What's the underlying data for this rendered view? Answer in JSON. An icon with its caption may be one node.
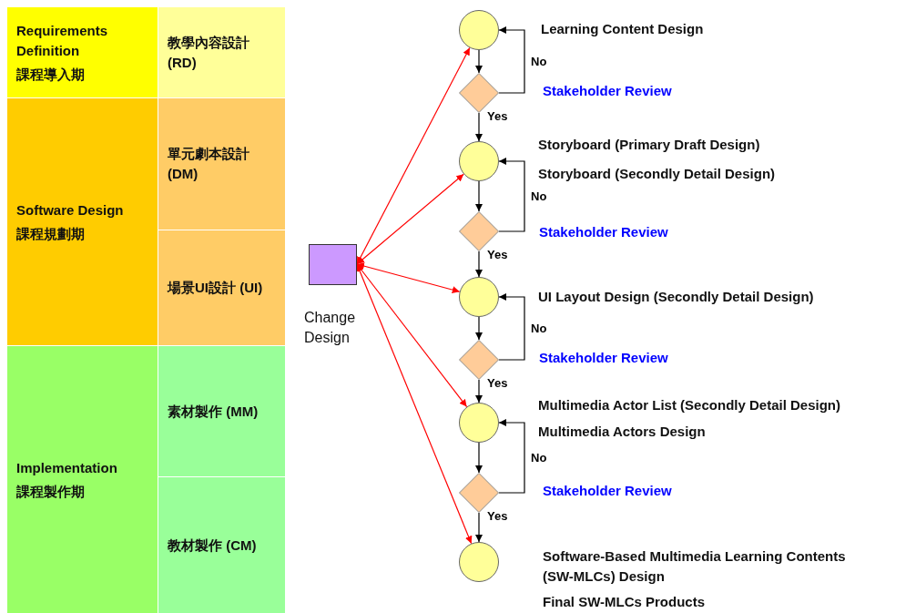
{
  "diagram": {
    "nodes": [
      {
        "text": [
          "Requirements Definition",
          "課程導入期"
        ]
      },
      {
        "text": [
          "教學內容設計 (RD)"
        ]
      },
      {
        "text": [
          "Software Design",
          "課程規劃期"
        ]
      },
      {
        "text": [
          "單元劇本設計 (DM)"
        ]
      },
      {
        "text": [
          "場景UI設計 (UI)"
        ]
      },
      {
        "text": [
          "Implementation",
          "課程製作期"
        ]
      },
      {
        "text": [
          "素材製作 (MM)"
        ]
      },
      {
        "text": [
          "教材製作 (CM)"
        ]
      },
      {
        "text": [],
        "shape": "circle",
        "beside": [
          "Learning Content Design"
        ]
      },
      {
        "text": [],
        "shape": "diamond",
        "beside": [
          "Stakeholder Review"
        ]
      },
      {
        "text": [],
        "shape": "circle",
        "beside": [
          "Storyboard (Primary Draft Design)",
          "Storyboard (Secondly Detail Design)"
        ]
      },
      {
        "text": [],
        "shape": "diamond",
        "beside": [
          "Stakeholder Review"
        ]
      },
      {
        "text": [],
        "shape": "circle",
        "beside": [
          "UI Layout Design (Secondly Detail Design)"
        ]
      },
      {
        "text": [],
        "shape": "diamond",
        "beside": [
          "Stakeholder Review"
        ]
      },
      {
        "text": [],
        "shape": "circle",
        "beside": [
          "Multimedia Actor List (Secondly Detail Design)",
          "Multimedia Actors Design"
        ]
      },
      {
        "text": [],
        "shape": "diamond",
        "beside": [
          "Stakeholder Review"
        ]
      },
      {
        "text": [],
        "shape": "circle",
        "beside": [
          "Software-Based Multimedia Learning Contents (SW-MLCs) Design",
          "Final SW-MLCs Products"
        ]
      },
      {
        "text": [],
        "shape": "box",
        "beside": [
          "Change Design"
        ]
      }
    ],
    "edges": [
      {
        "from": 8,
        "to": 9,
        "arrow": "to"
      },
      {
        "from": 9,
        "to": 8,
        "arrow": "to",
        "label": "No"
      },
      {
        "from": 9,
        "to": 10,
        "arrow": "to",
        "label": "Yes"
      },
      {
        "from": 10,
        "to": 11,
        "arrow": "to"
      },
      {
        "from": 11,
        "to": 10,
        "arrow": "to",
        "label": "No"
      },
      {
        "from": 11,
        "to": 12,
        "arrow": "to",
        "label": "Yes"
      },
      {
        "from": 12,
        "to": 13,
        "arrow": "to"
      },
      {
        "from": 13,
        "to": 12,
        "arrow": "to",
        "label": "No"
      },
      {
        "from": 13,
        "to": 14,
        "arrow": "to",
        "label": "Yes"
      },
      {
        "from": 14,
        "to": 15,
        "arrow": "to"
      },
      {
        "from": 15,
        "to": 14,
        "arrow": "to",
        "label": "No"
      },
      {
        "from": 15,
        "to": 16,
        "arrow": "to",
        "label": "Yes"
      },
      {
        "from": 17,
        "to": 8,
        "arrow": "both",
        "color": "#ff0000"
      },
      {
        "from": 17,
        "to": 10,
        "arrow": "both",
        "color": "#ff0000"
      },
      {
        "from": 17,
        "to": 12,
        "arrow": "both",
        "color": "#ff0000"
      },
      {
        "from": 17,
        "to": 14,
        "arrow": "both",
        "color": "#ff0000"
      },
      {
        "from": 17,
        "to": 16,
        "arrow": "both",
        "color": "#ff0000"
      }
    ]
  }
}
